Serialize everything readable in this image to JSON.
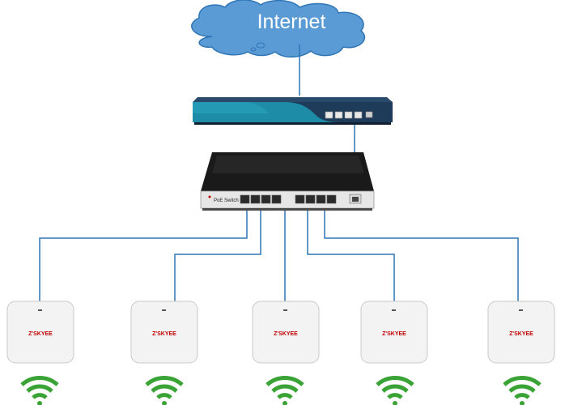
{
  "cloud": {
    "label": "Internet"
  },
  "router": {
    "label": "",
    "ports": 4
  },
  "switch": {
    "label": "PoE Switch",
    "ports": 8
  },
  "access_points": [
    {
      "brand": "Z'SKYEE"
    },
    {
      "brand": "Z'SKYEE"
    },
    {
      "brand": "Z'SKYEE"
    },
    {
      "brand": "Z'SKYEE"
    },
    {
      "brand": "Z'SKYEE"
    }
  ],
  "colors": {
    "cloud_fill": "#5b9bd5",
    "cloud_stroke": "#2e75b6",
    "link_line": "#2e75b6",
    "router_body": "#1f3b5a",
    "router_accent": "#1e8ca6",
    "switch_body": "#1a1a1a",
    "switch_face": "#e6e6e6",
    "ap_body": "#f3f3f3",
    "wifi_signal": "#3aa335"
  },
  "icons": [
    "cloud-icon",
    "router-icon",
    "poe-switch-icon",
    "access-point-icon",
    "wifi-signal-icon"
  ]
}
